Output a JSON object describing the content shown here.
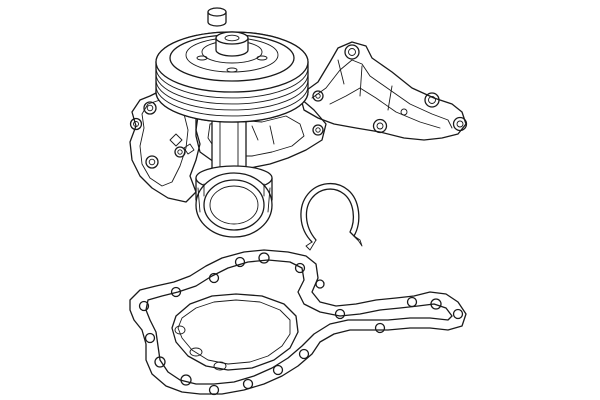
{
  "diagram": {
    "parts": [
      {
        "id": "water-pump",
        "label": ""
      },
      {
        "id": "retaining-clip",
        "label": ""
      },
      {
        "id": "gasket",
        "label": ""
      }
    ],
    "colors": {
      "line": "#1a1a1a",
      "background": "#ffffff"
    }
  }
}
